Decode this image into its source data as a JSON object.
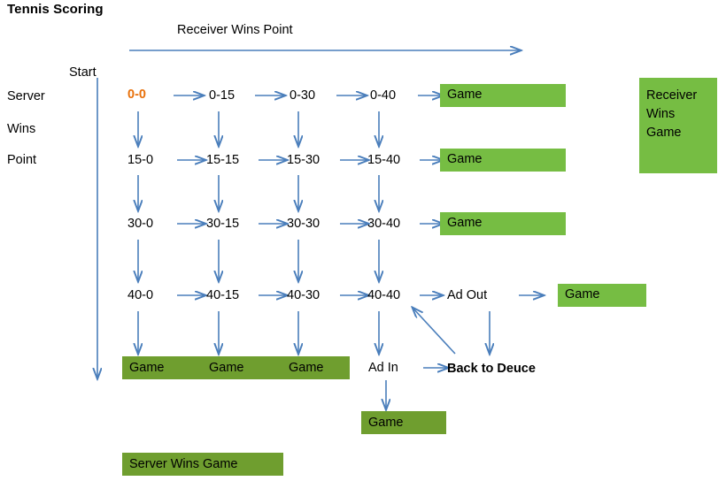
{
  "title": "Tennis Scoring",
  "labels": {
    "receiver_wins_point": "Receiver Wins Point",
    "start": "Start",
    "server": "Server",
    "wins": "Wins",
    "point": "Point",
    "back_to_deuce": "Back to Deuce",
    "ad_out": "Ad Out",
    "ad_in": "Ad In"
  },
  "grid": {
    "rows": [
      [
        "0-0",
        "0-15",
        "0-30",
        "0-40"
      ],
      [
        "15-0",
        "15-15",
        "15-30",
        "15-40"
      ],
      [
        "30-0",
        "30-15",
        "30-30",
        "30-40"
      ],
      [
        "40-0",
        "40-15",
        "40-30",
        "40-40"
      ]
    ]
  },
  "boxes": {
    "game_row_1": "Game",
    "game_row_2": "Game",
    "game_row_3": "Game",
    "game_ad_out": "Game",
    "game_ad_in": "Game",
    "receiver_wins_game": "Receiver\nWins\nGame",
    "server_wins_game": "Server Wins Game",
    "bottom_games": [
      "Game",
      "Game",
      "Game"
    ]
  },
  "colors": {
    "light_green": "#76bd43",
    "dark_green": "#6f9e2f",
    "arrow_blue": "#4a7ebb",
    "start_score": "#e8700a"
  }
}
